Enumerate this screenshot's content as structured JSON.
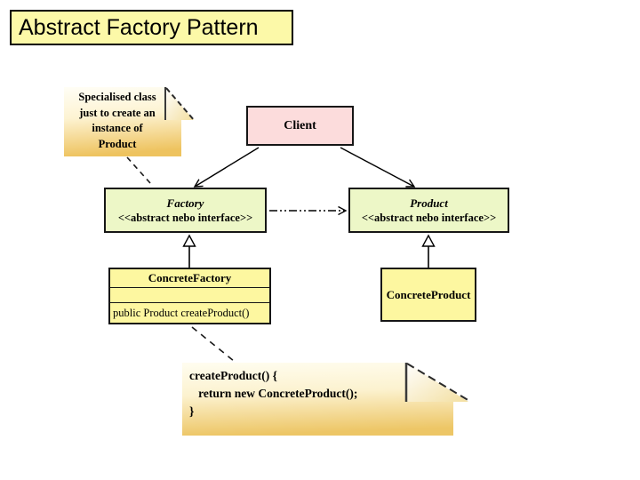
{
  "slide": {
    "background": "#ffffff",
    "title_bar": {
      "label": "Abstract Factory Pattern",
      "fill": "#fcf9a8",
      "border": "#000000"
    }
  },
  "diagram": {
    "classes": {
      "client": {
        "name": "Client",
        "fill": "#fcdcdc"
      },
      "factory": {
        "name": "Factory",
        "stereotype": "<<abstract nebo interface>>",
        "fill": "#edf7c7"
      },
      "product": {
        "name": "Product",
        "stereotype": "<<abstract nebo interface>>",
        "fill": "#edf7c7"
      },
      "concrete_factory": {
        "name": "ConcreteFactory",
        "attributes": "",
        "operations": "public Product createProduct()",
        "fill": "#fdf7a0"
      },
      "concrete_product": {
        "name": "ConcreteProduct",
        "fill": "#fdf7a0"
      }
    },
    "notes": {
      "note_top": {
        "text": "Specialised class\njust to create an\ninstance of\nProduct",
        "gradient_top": "#fffef6",
        "gradient_mid": "#fdf3d2",
        "gradient_bottom": "#eec35f",
        "fold_top": "#ffffff",
        "fold_bottom": "#f3dfa0"
      },
      "note_code": {
        "text": "createProduct() {\n   return new ConcreteProduct();\n}",
        "gradient_top": "#fffdf0",
        "gradient_mid": "#fcf2cf",
        "gradient_bottom": "#edc666",
        "fold_top": "#ffffff",
        "fold_bottom": "#f3dfa0"
      }
    },
    "relations": [
      {
        "from": "Client",
        "to": "Factory",
        "type": "association-arrow"
      },
      {
        "from": "Client",
        "to": "Product",
        "type": "association-arrow"
      },
      {
        "from": "Factory",
        "to": "Product",
        "type": "dependency-dash-dot-arrow"
      },
      {
        "from": "ConcreteFactory",
        "to": "Factory",
        "type": "generalization"
      },
      {
        "from": "ConcreteProduct",
        "to": "Product",
        "type": "generalization"
      },
      {
        "from": "note_top",
        "to": "Factory",
        "type": "note-anchor-dashed"
      },
      {
        "from": "note_code",
        "to": "ConcreteFactory",
        "type": "note-anchor-dashed"
      }
    ],
    "line_color": "#000000"
  }
}
